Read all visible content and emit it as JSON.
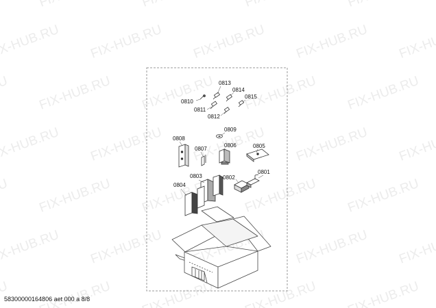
{
  "watermark_text": "FIX-HUB.RU",
  "parts": {
    "p0810": "0810",
    "p0811": "0811",
    "p0812": "0812",
    "p0813": "0813",
    "p0814": "0814",
    "p0815": "0815",
    "p0809": "0809",
    "p0808": "0808",
    "p0807": "0807",
    "p0806": "0806",
    "p0805": "0805",
    "p0803": "0803",
    "p0804": "0804",
    "p0802": "0802",
    "p0801": "0801"
  },
  "footer_text": "58300000164806 aet 000 a 8/8"
}
